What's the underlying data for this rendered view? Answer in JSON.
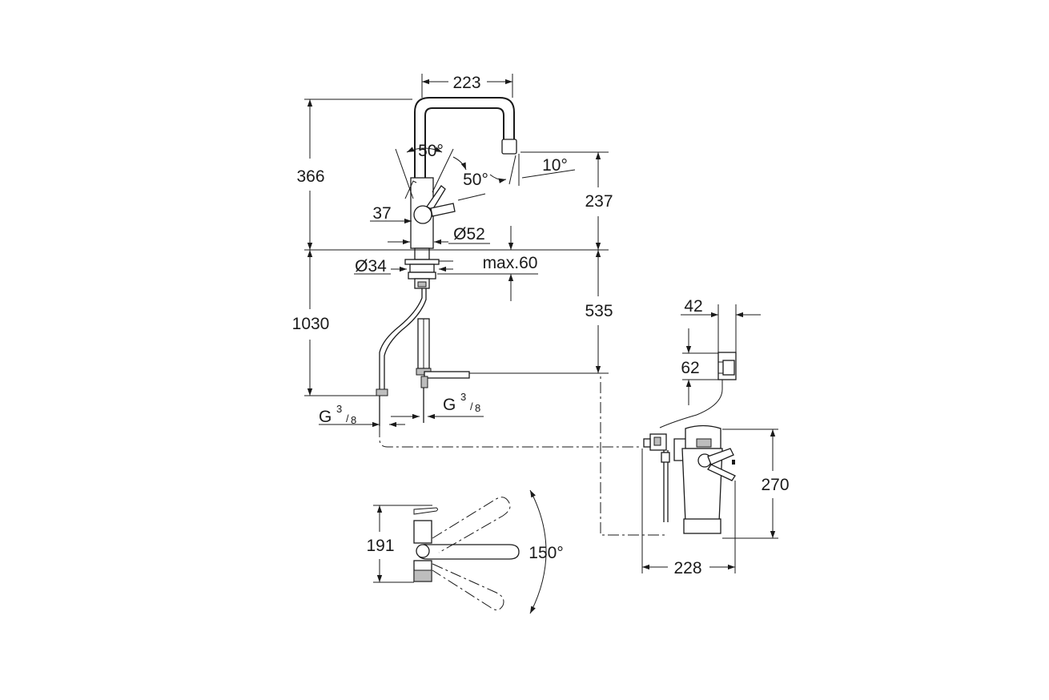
{
  "dimensions": {
    "spout_reach": "223",
    "faucet_height": "366",
    "lever_angle_back": "50°",
    "lever_angle_front": "50°",
    "spray_angle": "10°",
    "spout_clearance": "237",
    "lever_offset": "37",
    "body_diameter": "Ø52",
    "mount_diameter": "Ø34",
    "deck_thickness": "max.60",
    "below_deck": "535",
    "hose_length": "1030",
    "connection_left_g": "G",
    "connection_left_num": "3",
    "connection_left_den": "8",
    "connection_right_g": "G",
    "connection_right_num": "3",
    "connection_right_den": "8",
    "battery_width": "42",
    "battery_height": "62",
    "filter_height": "270",
    "filter_width": "228",
    "top_view_depth": "191",
    "swivel_angle": "150°"
  }
}
